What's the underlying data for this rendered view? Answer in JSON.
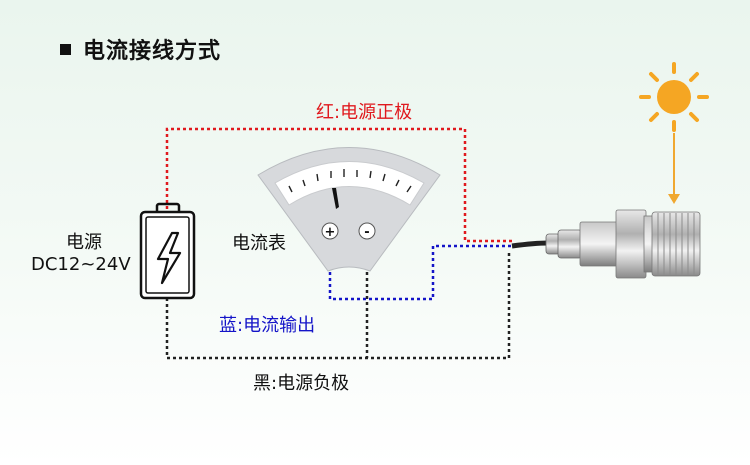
{
  "title": "电流接线方式",
  "labels": {
    "red_wire": "红:电源正极",
    "blue_wire": "蓝:电流输出",
    "black_wire": "黑:电源负极",
    "power_line1": "电源",
    "power_line2": "DC12~24V",
    "meter": "电流表",
    "plus": "+",
    "minus": "-"
  },
  "colors": {
    "red_wire": "#e0191e",
    "blue_wire": "#1414c8",
    "black_wire": "#222222",
    "sun": "#f5a623",
    "arrow": "#f0a830"
  },
  "icons": [
    "sun-icon",
    "battery-icon",
    "lightning-icon",
    "ammeter-icon",
    "pressure-sensor-icon"
  ]
}
